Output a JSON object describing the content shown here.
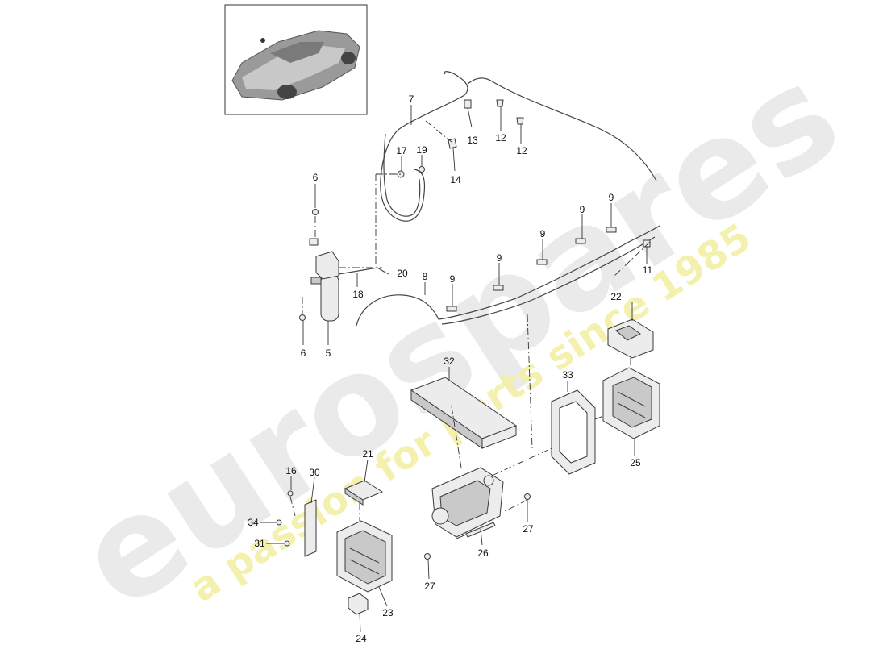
{
  "watermark": {
    "brand": "eurospares",
    "tagline": "a passion for parts since 1985",
    "brand_color": "#e6e6e6",
    "tagline_color": "#f3f0a6"
  },
  "thumbnail": {
    "icon": "car-thumbnail-icon"
  },
  "callouts": [
    {
      "id": "c7",
      "text": "7"
    },
    {
      "id": "c13",
      "text": "13"
    },
    {
      "id": "c12a",
      "text": "12"
    },
    {
      "id": "c12b",
      "text": "12"
    },
    {
      "id": "c17",
      "text": "17"
    },
    {
      "id": "c19",
      "text": "19"
    },
    {
      "id": "c14",
      "text": "14"
    },
    {
      "id": "c6a",
      "text": "6"
    },
    {
      "id": "c6b",
      "text": "6"
    },
    {
      "id": "c5",
      "text": "5"
    },
    {
      "id": "c18",
      "text": "18"
    },
    {
      "id": "c20",
      "text": "20"
    },
    {
      "id": "c8",
      "text": "8"
    },
    {
      "id": "c9a",
      "text": "9"
    },
    {
      "id": "c9b",
      "text": "9"
    },
    {
      "id": "c9c",
      "text": "9"
    },
    {
      "id": "c9d",
      "text": "9"
    },
    {
      "id": "c9e",
      "text": "9"
    },
    {
      "id": "c11",
      "text": "11"
    },
    {
      "id": "c22",
      "text": "22"
    },
    {
      "id": "c32",
      "text": "32"
    },
    {
      "id": "c33",
      "text": "33"
    },
    {
      "id": "c25",
      "text": "25"
    },
    {
      "id": "c21",
      "text": "21"
    },
    {
      "id": "c16",
      "text": "16"
    },
    {
      "id": "c30",
      "text": "30"
    },
    {
      "id": "c34",
      "text": "34"
    },
    {
      "id": "c31",
      "text": "31"
    },
    {
      "id": "c27a",
      "text": "27"
    },
    {
      "id": "c27b",
      "text": "27"
    },
    {
      "id": "c26",
      "text": "26"
    },
    {
      "id": "c23",
      "text": "23"
    },
    {
      "id": "c24",
      "text": "24"
    }
  ]
}
